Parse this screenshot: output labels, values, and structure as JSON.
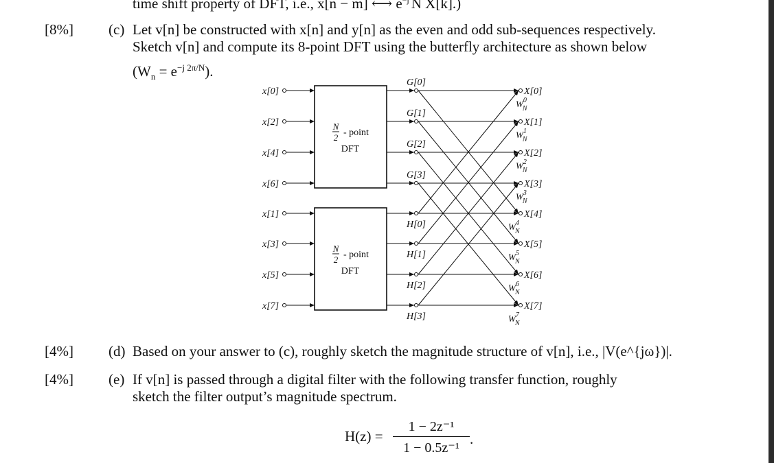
{
  "top_fragment": "time shift property of DFT, i.e., x[n − m] ⟷ e",
  "top_fragment_tail": "N  X[k].)",
  "part_c": {
    "marks": "[8%]",
    "label": "(c)",
    "line1": "Let v[n] be constructed with x[n] and y[n] as the even and odd sub-sequences respectively.",
    "line2": "Sketch v[n] and compute its 8-point DFT using the butterfly architecture as shown below",
    "line3_a": "(W",
    "line3_sub": "n",
    "line3_b": " = e",
    "line3_sup": "−j 2π/N",
    "line3_c": ")."
  },
  "diagram": {
    "inputs": [
      "x[0]",
      "x[2]",
      "x[4]",
      "x[6]",
      "x[1]",
      "x[3]",
      "x[5]",
      "x[7]"
    ],
    "block_top": [
      "N",
      "2",
      "- point",
      "DFT"
    ],
    "block_bottom": [
      "N",
      "2",
      "- point",
      "DFT"
    ],
    "g_labels": [
      "G[0]",
      "G[1]",
      "G[2]",
      "G[3]"
    ],
    "h_labels": [
      "H[0]",
      "H[1]",
      "H[2]",
      "H[3]"
    ],
    "outputs": [
      "X[0]",
      "X[1]",
      "X[2]",
      "X[3]",
      "X[4]",
      "X[5]",
      "X[6]",
      "X[7]"
    ],
    "twiddle_base": "W",
    "twiddle_sub": "N",
    "twiddle_exp": [
      "0",
      "1",
      "2",
      "3",
      "4",
      "5",
      "6",
      "7"
    ]
  },
  "part_d": {
    "marks": "[4%]",
    "label": "(d)",
    "text": "Based on your answer to (c), roughly sketch the magnitude structure of v[n], i.e., |V(e^{jω})|."
  },
  "part_e": {
    "marks": "[4%]",
    "label": "(e)",
    "line1": "If v[n] is passed through a digital filter with the following transfer function, roughly",
    "line2": "sketch the filter output’s magnitude spectrum."
  },
  "equation": {
    "lhs": "H(z) =",
    "numerator": "1 − 2z⁻¹",
    "denominator": "1 − 0.5z⁻¹",
    "end": "."
  }
}
